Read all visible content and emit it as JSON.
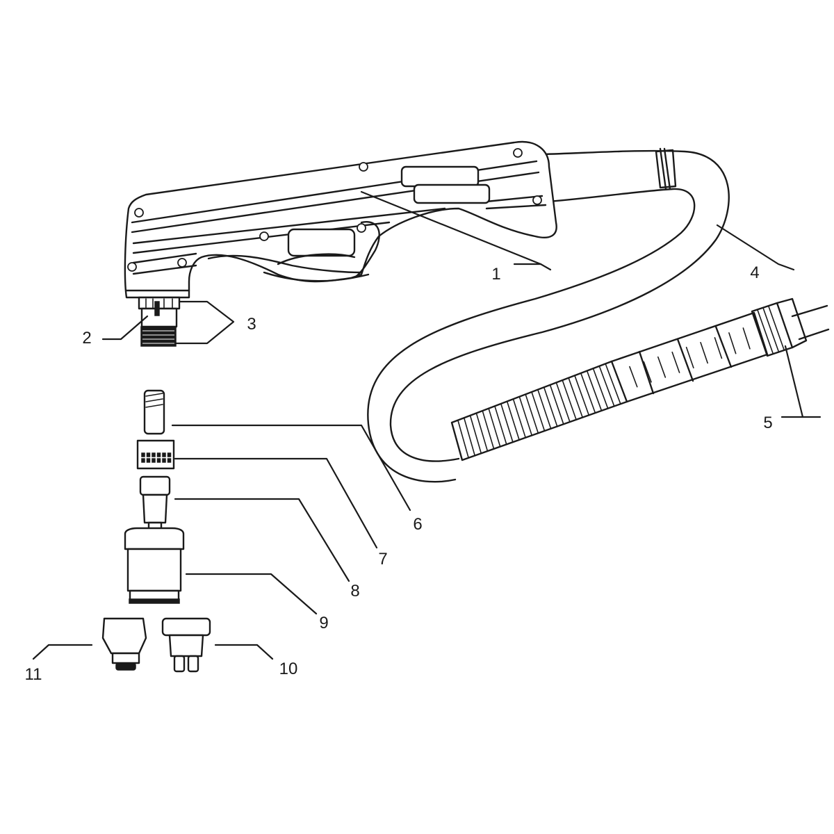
{
  "callouts": [
    {
      "id": "1",
      "text": "1"
    },
    {
      "id": "2",
      "text": "2"
    },
    {
      "id": "3",
      "text": "3"
    },
    {
      "id": "4",
      "text": "4"
    },
    {
      "id": "5",
      "text": "5"
    },
    {
      "id": "6",
      "text": "6"
    },
    {
      "id": "7",
      "text": "7"
    },
    {
      "id": "8",
      "text": "8"
    },
    {
      "id": "9",
      "text": "9"
    },
    {
      "id": "10",
      "text": "10"
    },
    {
      "id": "11",
      "text": "11"
    }
  ],
  "colors": {
    "ink": "#1a1a1a",
    "background": "#ffffff"
  }
}
